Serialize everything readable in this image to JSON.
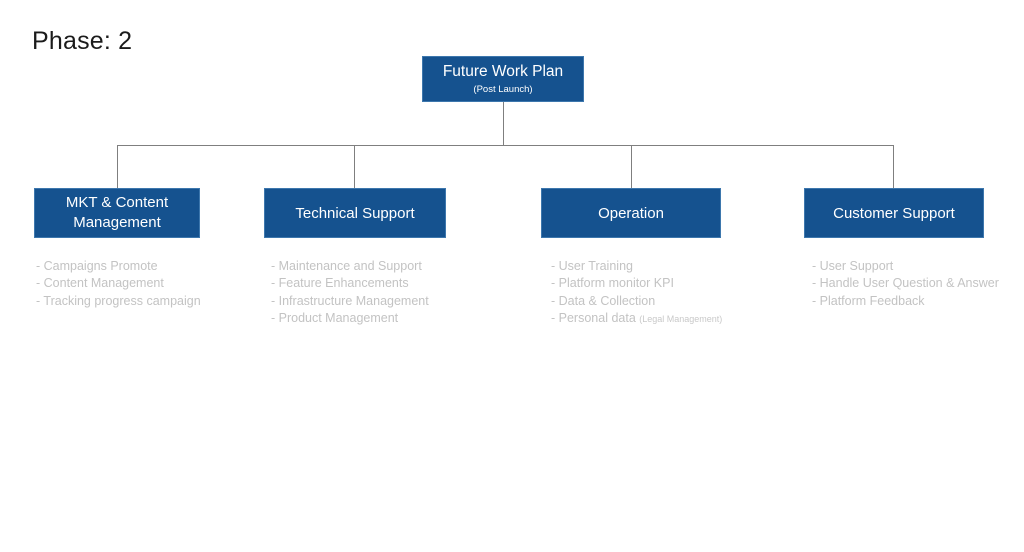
{
  "slide": {
    "title": "Phase: 2",
    "background_color": "#ffffff",
    "node_fill_color": "#15528f",
    "node_border_color": "#3d77ad",
    "node_text_color": "#ffffff",
    "connector_color": "#7f7f7f",
    "bullet_text_color": "#c3c3c3"
  },
  "chart_data": {
    "type": "org-chart",
    "title": "Phase: 2",
    "root": {
      "label": "Future Work Plan",
      "sublabel": "(Post Launch)"
    },
    "children": [
      {
        "label": "MKT & Content Management",
        "label_line1": "MKT & Content",
        "label_line2": "Management",
        "bullets": [
          {
            "text": "- Campaigns Promote",
            "note": ""
          },
          {
            "text": "- Content Management",
            "note": ""
          },
          {
            "text": "- Tracking progress campaign",
            "note": ""
          }
        ]
      },
      {
        "label": "Technical Support",
        "label_line1": "Technical Support",
        "label_line2": "",
        "bullets": [
          {
            "text": "- Maintenance and Support",
            "note": ""
          },
          {
            "text": "- Feature Enhancements",
            "note": ""
          },
          {
            "text": "- Infrastructure Management",
            "note": ""
          },
          {
            "text": "- Product Management",
            "note": ""
          }
        ]
      },
      {
        "label": "Operation",
        "label_line1": "Operation",
        "label_line2": "",
        "bullets": [
          {
            "text": "- User Training",
            "note": ""
          },
          {
            "text": "- Platform monitor KPI",
            "note": ""
          },
          {
            "text": "- Data & Collection",
            "note": ""
          },
          {
            "text": "- Personal data ",
            "note": "(Legal Management)"
          }
        ]
      },
      {
        "label": "Customer Support",
        "label_line1": "Customer Support",
        "label_line2": "",
        "bullets": [
          {
            "text": "- User Support",
            "note": ""
          },
          {
            "text": "- Handle User Question & Answer",
            "note": ""
          },
          {
            "text": "- Platform Feedback",
            "note": ""
          }
        ]
      }
    ]
  }
}
